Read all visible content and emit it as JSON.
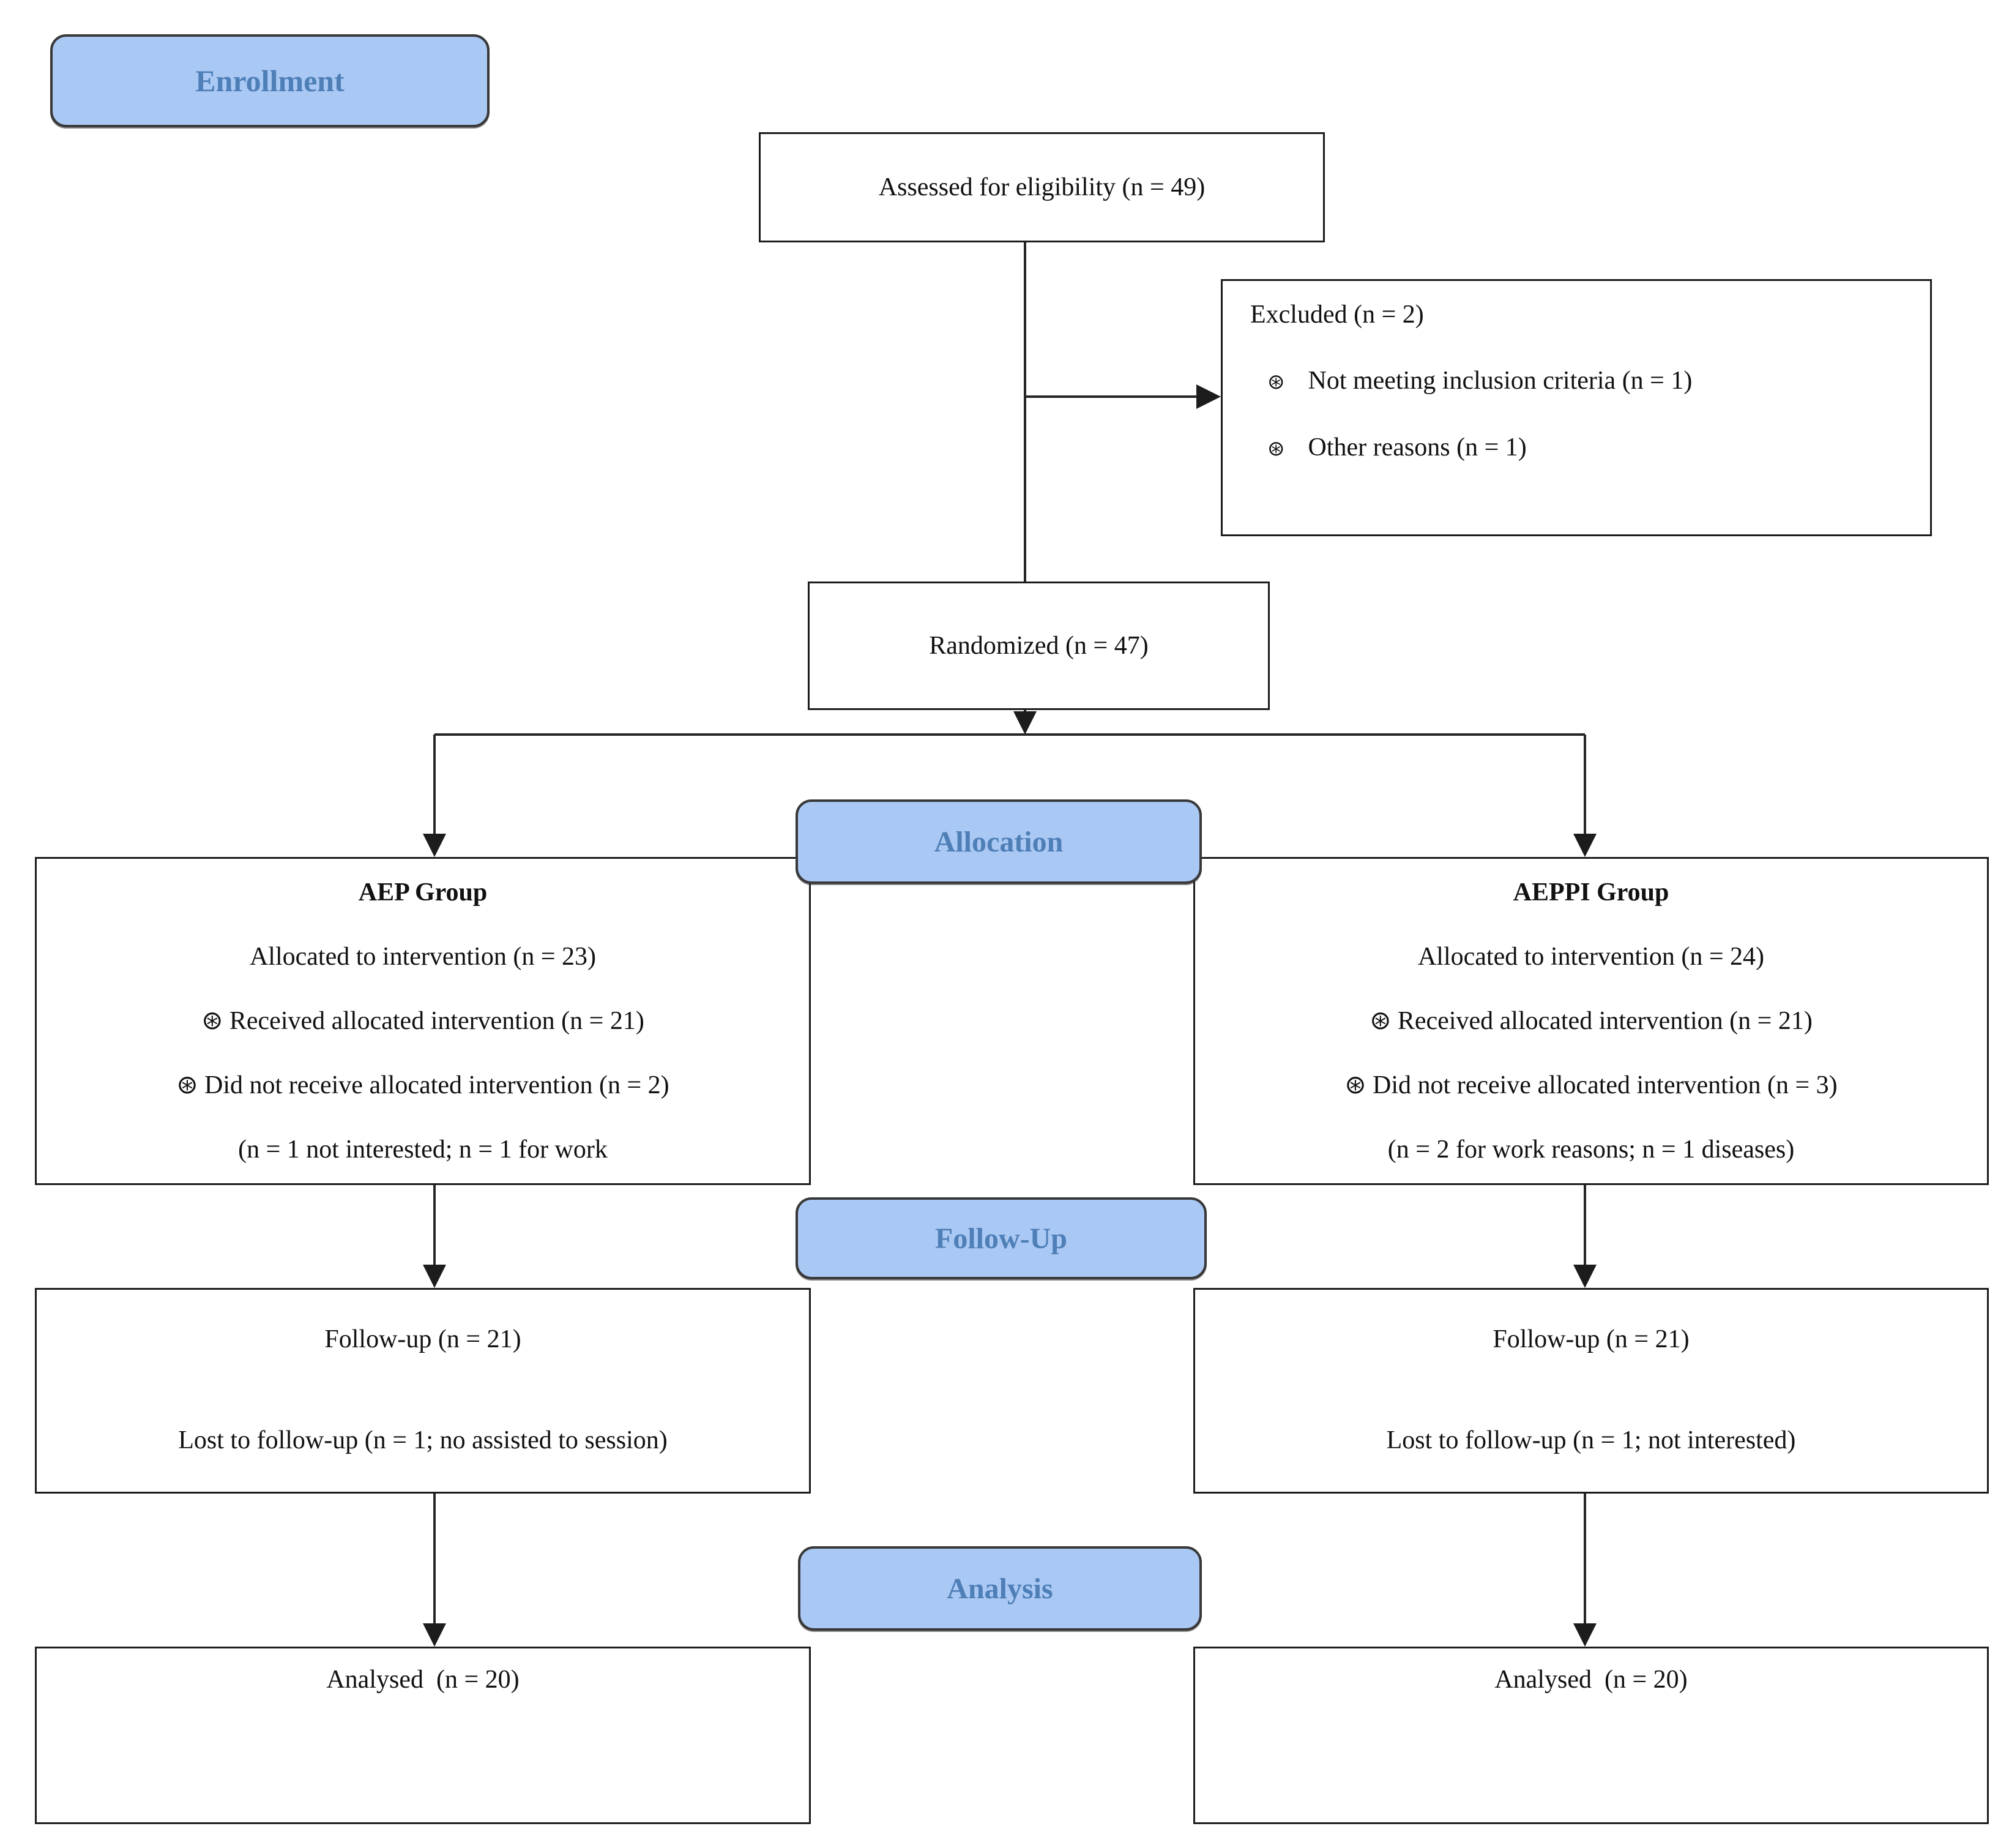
{
  "diagram": {
    "stages": {
      "enrollment_label": "Enrollment",
      "allocation_label": "Allocation",
      "followup_label": "Follow-Up",
      "analysis_label": "Analysis"
    },
    "boxes": {
      "assessed": {
        "text": "Assessed for eligibility (n = 49)"
      },
      "excluded": {
        "title": "Excluded (n = 2)",
        "bullet": "⊛",
        "items": [
          "Not meeting inclusion criteria (n = 1)",
          "Other reasons (n = 1)"
        ]
      },
      "randomized": {
        "text": "Randomized (n = 47)"
      },
      "aep": {
        "title": "AEP Group",
        "lines": [
          "Allocated to intervention (n = 23)",
          "⊛ Received allocated intervention (n = 21)",
          "⊛ Did not receive allocated intervention (n = 2)",
          "(n = 1 not interested; n = 1 for work"
        ]
      },
      "aeppi": {
        "title": "AEPPI Group",
        "lines": [
          "Allocated to intervention (n = 24)",
          "⊛ Received allocated intervention (n = 21)",
          "⊛ Did not receive allocated intervention (n = 3)",
          "(n = 2 for work reasons; n = 1 diseases)"
        ]
      },
      "followup_left": {
        "line1": "Follow-up (n = 21)",
        "line2": "Lost to follow-up (n = 1; no assisted to session)"
      },
      "followup_right": {
        "line1": "Follow-up (n = 21)",
        "line2": "Lost to follow-up (n = 1; not interested)"
      },
      "analysed_left": {
        "text": "Analysed  (n = 20)"
      },
      "analysed_right": {
        "text": "Analysed  (n = 20)"
      }
    },
    "colors": {
      "badge_fill": "#aac8f4",
      "badge_text": "#4e7fb7",
      "badge_border": "#383838",
      "box_border": "#1c1c1c",
      "line": "#262626"
    }
  }
}
